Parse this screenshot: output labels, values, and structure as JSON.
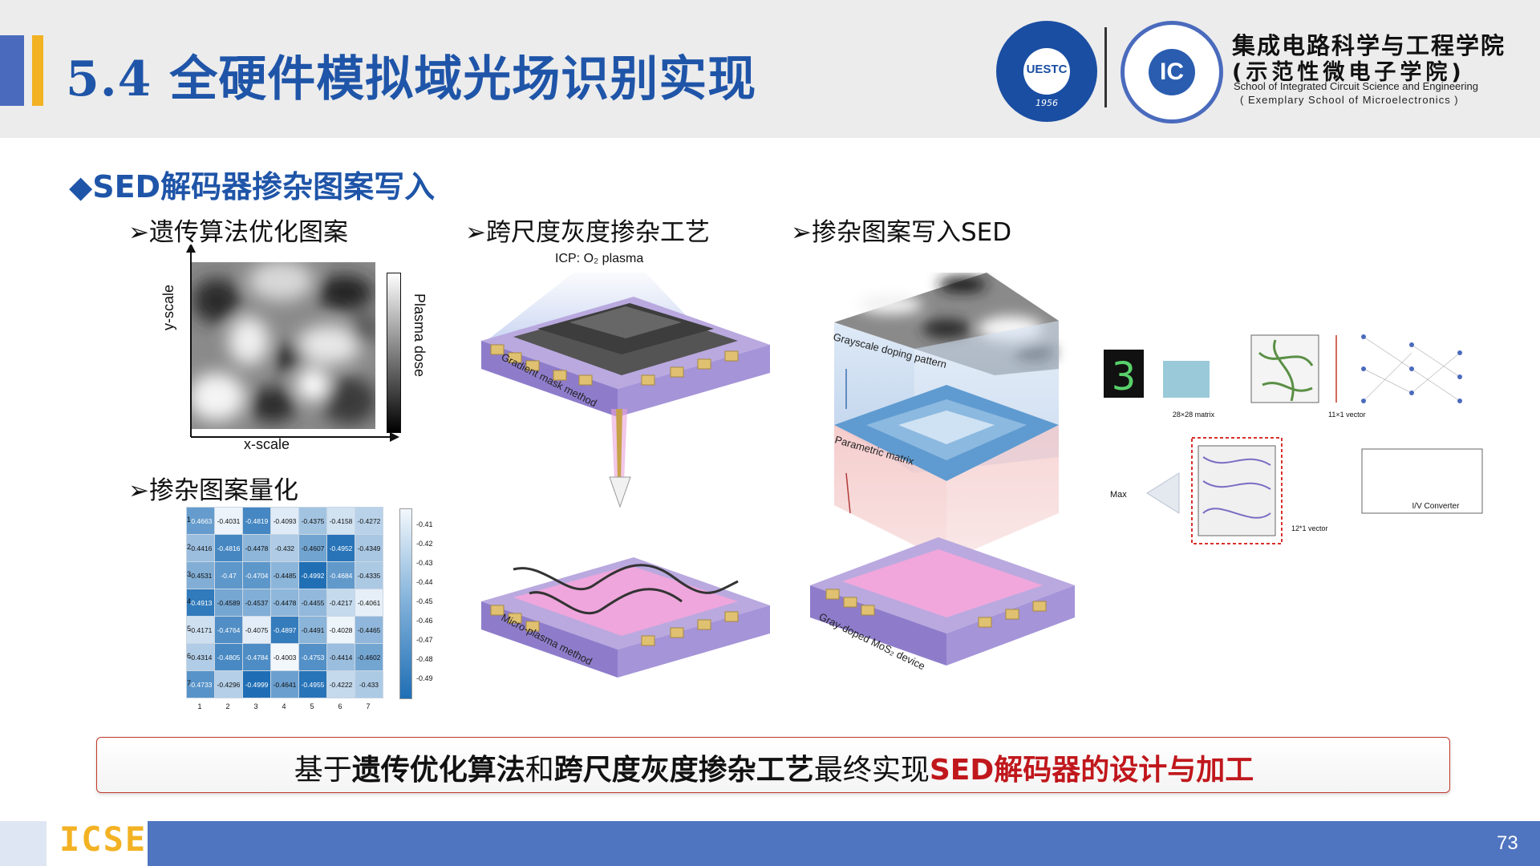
{
  "header": {
    "title_number": "5.4",
    "title_text": "全硬件模拟域光场识别实现",
    "logo1_text": "UESTC",
    "logo1_year": "1956",
    "logo2_text": "IC",
    "school_cn_line1": "集成电路科学与工程学院",
    "school_cn_line2": "(示范性微电子学院)",
    "school_en_line1": "School of Integrated Circuit Science and Engineering",
    "school_en_line2": "( Exemplary School of Microelectronics )"
  },
  "section": {
    "heading": "◆SED解码器掺杂图案写入",
    "sub1": "➢遗传算法优化图案",
    "sub2": "➢跨尺度灰度掺杂工艺",
    "sub3": "➢掺杂图案写入SED",
    "sub4": "➢掺杂图案量化"
  },
  "plasma_map": {
    "colorbar_label": "Plasma dose",
    "x_label": "x-scale",
    "y_label": "y-scale"
  },
  "matrix": {
    "row_labels": [
      "1",
      "2",
      "3",
      "4",
      "5",
      "6",
      "7"
    ],
    "col_labels": [
      "1",
      "2",
      "3",
      "4",
      "5",
      "6",
      "7"
    ],
    "rows": [
      [
        "-0.4663",
        "-0.4031",
        "-0.4819",
        "-0.4093",
        "-0.4375",
        "-0.4158",
        "-0.4272"
      ],
      [
        "-0.4416",
        "-0.4816",
        "-0.4478",
        "-0.432",
        "-0.4607",
        "-0.4952",
        "-0.4349"
      ],
      [
        "-0.4531",
        "-0.47",
        "-0.4704",
        "-0.4485",
        "-0.4992",
        "-0.4684",
        "-0.4335"
      ],
      [
        "-0.4913",
        "-0.4589",
        "-0.4537",
        "-0.4478",
        "-0.4455",
        "-0.4217",
        "-0.4061"
      ],
      [
        "-0.4171",
        "-0.4764",
        "-0.4075",
        "-0.4897",
        "-0.4491",
        "-0.4028",
        "-0.4465"
      ],
      [
        "-0.4314",
        "-0.4805",
        "-0.4784",
        "-0.4003",
        "-0.4753",
        "-0.4414",
        "-0.4602"
      ],
      [
        "-0.4733",
        "-0.4296",
        "-0.4999",
        "-0.4641",
        "-0.4955",
        "-0.4222",
        "-0.433"
      ]
    ],
    "colorbar_ticks": [
      "-0.41",
      "-0.42",
      "-0.43",
      "-0.44",
      "-0.45",
      "-0.46",
      "-0.47",
      "-0.48",
      "-0.49"
    ]
  },
  "device": {
    "icp_label": "ICP: O₂ plasma",
    "gradient_label": "Gradient mask method",
    "micro_label": "Micro-plasma method"
  },
  "sed": {
    "grayscale_label": "Grayscale doping pattern",
    "parametric_label": "Parametric matrix",
    "gray_doped_label": "Gray-doped MoS₂ device"
  },
  "pipeline": {
    "digit": "3",
    "matrix_caption": "28×28 matrix",
    "vector_caption1": "11×1 vector",
    "vector_caption2": "12*1 vector",
    "converter_label": "I/V Converter",
    "max_label": "Max"
  },
  "conclusion": {
    "p1": "基于",
    "b1": "遗传优化算法",
    "p2": "和",
    "b2": "跨尺度灰度掺杂工艺",
    "p3": "最终实现",
    "r1": "SED解码器的设计与加工"
  },
  "footer": {
    "brand": "ICSE",
    "page_number": "73"
  },
  "colors": {
    "title_blue": "#1f55a8",
    "accent_gold": "#f3b224",
    "footer_blue": "#4f74c0",
    "highlight_red": "#c0171c"
  }
}
